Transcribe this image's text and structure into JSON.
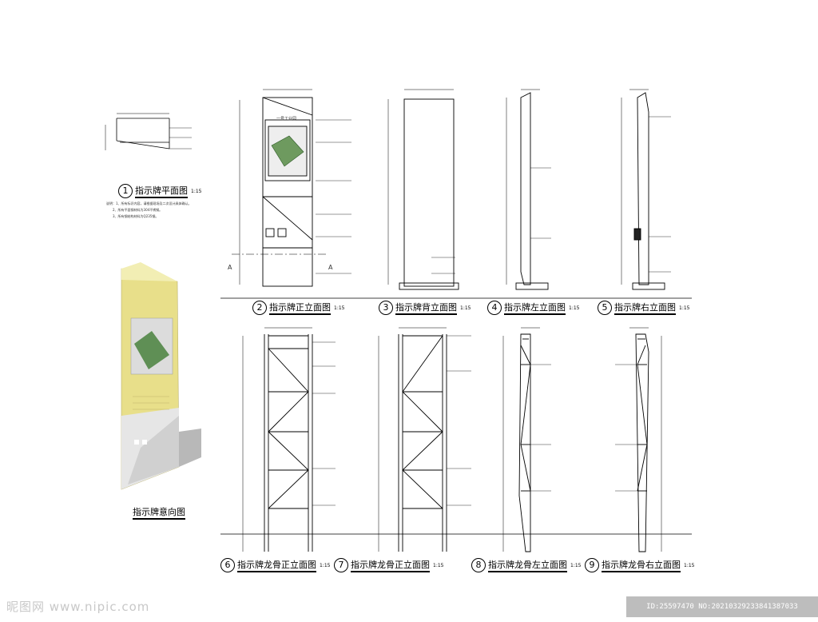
{
  "views": {
    "v1": {
      "num": "1",
      "title": "指示牌平面图",
      "scale": "1:15"
    },
    "v2": {
      "num": "2",
      "title": "指示牌正立面图",
      "scale": "1:15"
    },
    "v3": {
      "num": "3",
      "title": "指示牌背立面图",
      "scale": "1:15"
    },
    "v4": {
      "num": "4",
      "title": "指示牌左立面图",
      "scale": "1:15"
    },
    "v5": {
      "num": "5",
      "title": "指示牌右立面图",
      "scale": "1:15"
    },
    "v6": {
      "num": "6",
      "title": "指示牌龙骨正立面图",
      "scale": "1:15"
    },
    "v7": {
      "num": "7",
      "title": "指示牌龙骨正立面图",
      "scale": "1:15"
    },
    "v8": {
      "num": "8",
      "title": "指示牌龙骨左立面图",
      "scale": "1:15"
    },
    "v9": {
      "num": "9",
      "title": "指示牌龙骨右立面图",
      "scale": "1:15"
    },
    "perspective": {
      "title": "指示牌意向图"
    }
  },
  "notes": {
    "line1": "说明：1、所有标识内容，请根据现场及二次设计具体确认。",
    "line2": "2、所有平面钢材料为304不锈钢。",
    "line3": "3、所有钢结构材料为Q235钢。"
  },
  "section_marks": {
    "left": "A",
    "right": "A"
  },
  "panel_sign_text": "一号工业园",
  "watermark": {
    "logo": "昵图网 www.nipic.com",
    "id_text": "ID:25597470 NO:20210329233841387033"
  },
  "colors": {
    "line": "#000000",
    "panel_yellow": "#e8df8a",
    "panel_yellow_dark": "#cfc56a",
    "panel_grey": "#b8b8b8",
    "panel_light": "#e6e6e6",
    "map_green": "#5f8f55"
  }
}
